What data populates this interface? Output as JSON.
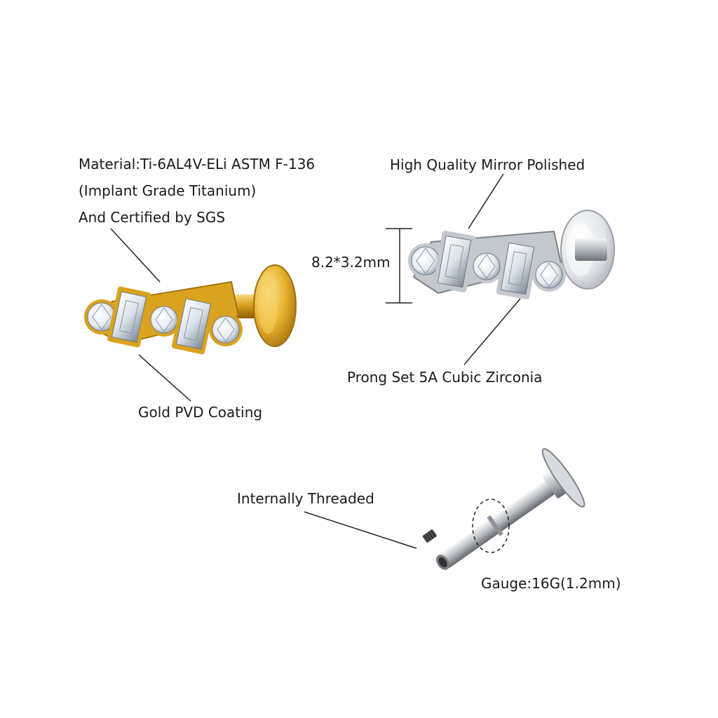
{
  "labels": {
    "material_line1": "Material:Ti-6AL4V-ELi ASTM F-136",
    "material_line2": "(Implant Grade Titanium)",
    "material_line3": "And Certified by SGS",
    "polished": "High Quality Mirror Polished",
    "dimension": "8.2*3.2mm",
    "gold_coating": "Gold PVD Coating",
    "prong_set": "Prong Set 5A Cubic Zirconia",
    "threaded": "Internally Threaded",
    "gauge": "Gauge:16G(1.2mm)"
  },
  "products": [
    {
      "finish": "gold",
      "metal_color": "#e2ae2c"
    },
    {
      "finish": "silver",
      "metal_color": "#c7ccd2"
    }
  ],
  "colors": {
    "text": "#1a1a1a",
    "leader_line": "#222222",
    "gem": "#eef3f8"
  }
}
